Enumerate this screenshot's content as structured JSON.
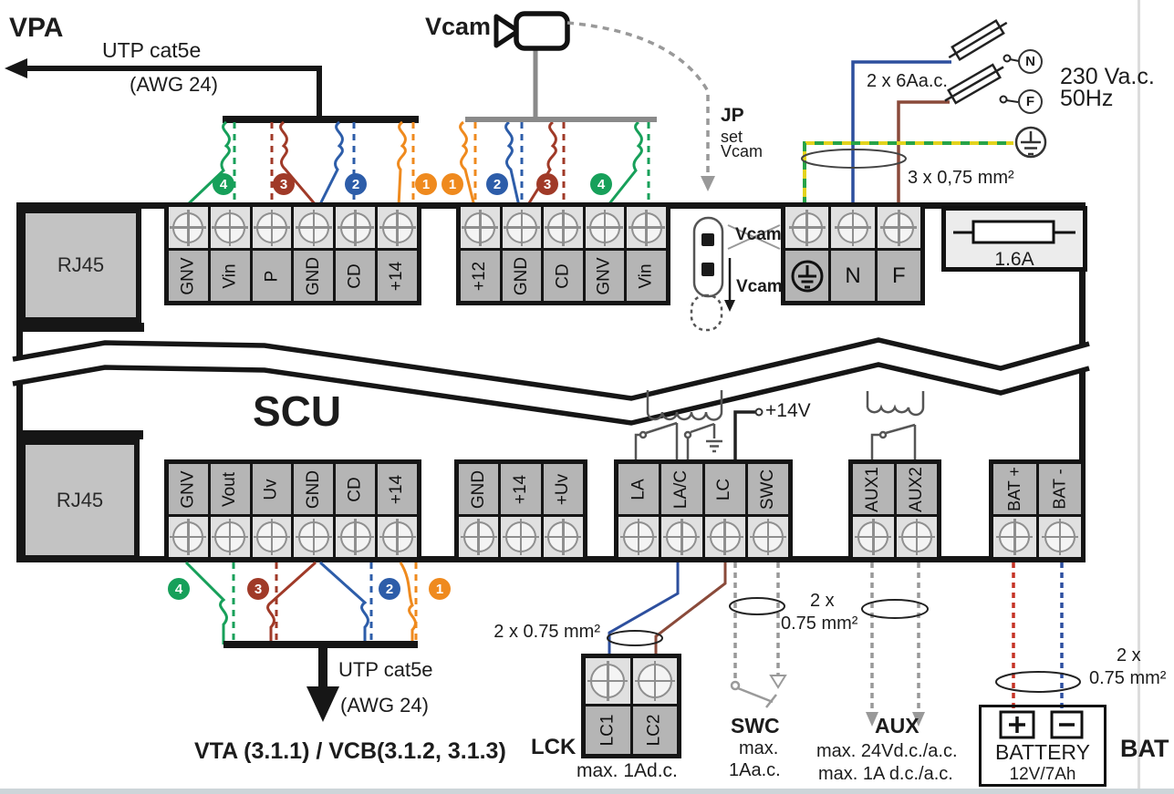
{
  "colors": {
    "pair1": "#ef8a1e",
    "pair2": "#2d5da9",
    "pair3": "#a03a28",
    "pair4": "#17a05a",
    "bat_plus": "#c53326",
    "bat_minus": "#2d4fa0"
  },
  "top_left": {
    "vpa": "VPA",
    "cable": "UTP cat5e",
    "gauge": "(AWG 24)"
  },
  "camera": {
    "label": "Vcam"
  },
  "jp": {
    "name": "JP",
    "line2": "set",
    "line3": "Vcam"
  },
  "jumper": {
    "off": "Vcam",
    "on": "Vcam"
  },
  "mains": {
    "fuses": "2 x 6Aa.c.",
    "voltage": "230 Va.c.",
    "freq": "50Hz",
    "cable": "3 x 0,75 mm²",
    "fuse_rating": "1.6A"
  },
  "board": {
    "title": "SCU",
    "rj45_top": "RJ45",
    "rj45_bottom": "RJ45",
    "v14": "+14V"
  },
  "terminals": {
    "top1": [
      "GNV",
      "Vin",
      "P",
      "GND",
      "CD",
      "+14"
    ],
    "top2": [
      "+12",
      "GND",
      "CD",
      "GNV",
      "Vin"
    ],
    "mains": [
      "N",
      "F"
    ],
    "bottom1": [
      "GNV",
      "Vout",
      "Uv",
      "GND",
      "CD",
      "+14"
    ],
    "bottom2": [
      "GND",
      "+14",
      "+Uv"
    ],
    "lock": [
      "LA",
      "LA/C",
      "LC",
      "SWC"
    ],
    "aux": [
      "AUX1",
      "AUX2"
    ],
    "bat": [
      "BAT +",
      "BAT -"
    ],
    "lck": [
      "LC1",
      "LC2"
    ]
  },
  "pairs": {
    "n1": "1",
    "n2": "2",
    "n3": "3",
    "n4": "4"
  },
  "bottom_left": {
    "cable": "UTP cat5e",
    "gauge": "(AWG 24)",
    "dest": "VTA (3.1.1) /  VCB(3.1.2, 3.1.3)"
  },
  "lck": {
    "label": "LCK",
    "max": "max. 1Ad.c.",
    "cable": "2 x 0.75 mm²"
  },
  "swc": {
    "label": "SWC",
    "max1": "max.",
    "max2": "1Aa.c."
  },
  "mid_cable": {
    "l1": "2 x",
    "l2": "0.75 mm²"
  },
  "aux": {
    "label": "AUX",
    "max1": "max. 24Vd.c./a.c.",
    "max2": "max. 1A d.c./a.c."
  },
  "battery": {
    "label": "BATTERY",
    "rating": "12V/7Ah",
    "tag": "BAT",
    "cable1": "2 x",
    "cable2": "0.75 mm²"
  }
}
